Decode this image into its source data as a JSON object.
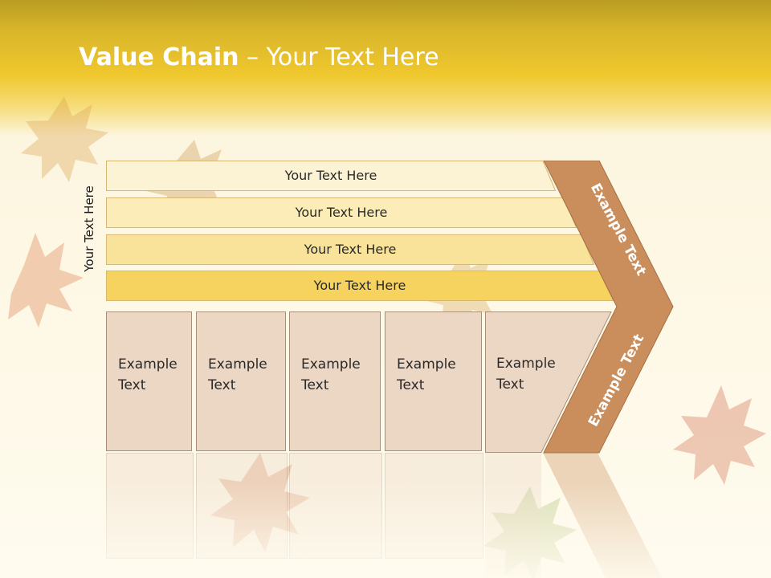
{
  "slide": {
    "title_bold": "Value Chain",
    "title_rest": " – Your Text Here",
    "side_label": "Your Text Here",
    "bars": [
      {
        "label": "Your Text Here"
      },
      {
        "label": "Your Text Here"
      },
      {
        "label": "Your Text Here"
      },
      {
        "label": "Your Text Here"
      }
    ],
    "boxes": [
      {
        "line1": "Example",
        "line2": "Text"
      },
      {
        "line1": "Example",
        "line2": "Text"
      },
      {
        "line1": "Example",
        "line2": "Text"
      },
      {
        "line1": "Example",
        "line2": "Text"
      },
      {
        "line1": "Example",
        "line2": "Text"
      }
    ],
    "chevron_upper": "Example Text",
    "chevron_lower": "Example Text"
  },
  "colors": {
    "header": "#f0c82e",
    "bar_1": "#fcf3d4",
    "bar_2": "#fbecb8",
    "bar_3": "#f9e299",
    "bar_4": "#f6d35e",
    "box": "#ecd7c4",
    "chevron": "#c98e5c"
  }
}
